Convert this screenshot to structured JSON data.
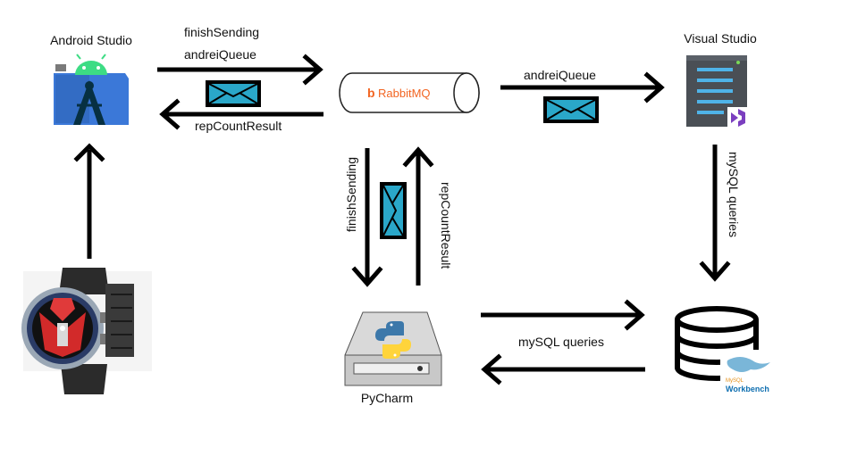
{
  "nodes": {
    "android_studio": {
      "label": "Android Studio"
    },
    "visual_studio": {
      "label": "Visual Studio"
    },
    "rabbitmq": {
      "label": "RabbitMQ",
      "logo_prefix": "b"
    },
    "pycharm": {
      "label": "PyCharm"
    },
    "mysql_workbench": {
      "logo_small": "MySQL",
      "logo_large": "Workbench"
    },
    "smartwatch": {
      "label": ""
    }
  },
  "edges": {
    "android_to_rabbit_top": "finishSending",
    "android_to_rabbit_bottom": "andreiQueue",
    "rabbit_to_android": "repCountResult",
    "rabbit_to_visual": "andreiQueue",
    "visual_to_db": "mySQL queries",
    "rabbit_to_pycharm": "finishSending",
    "pycharm_to_rabbit": "repCountResult",
    "pycharm_db": "mySQL queries"
  },
  "colors": {
    "envelope_fill": "#2aa7c9",
    "envelope_border": "#000000",
    "rabbit_orange": "#f26522",
    "android_green": "#3ddc84",
    "android_blue": "#3b78d8",
    "vs_purple": "#7b3fbf",
    "python_blue": "#3c78aa",
    "python_yellow": "#ffd43b",
    "server_gray": "#4a4f55"
  },
  "icons": [
    "android-studio-icon",
    "visual-studio-icon",
    "rabbitmq-icon",
    "pycharm-python-drive-icon",
    "mysql-database-icon",
    "smartwatch-image",
    "envelope-icon"
  ]
}
